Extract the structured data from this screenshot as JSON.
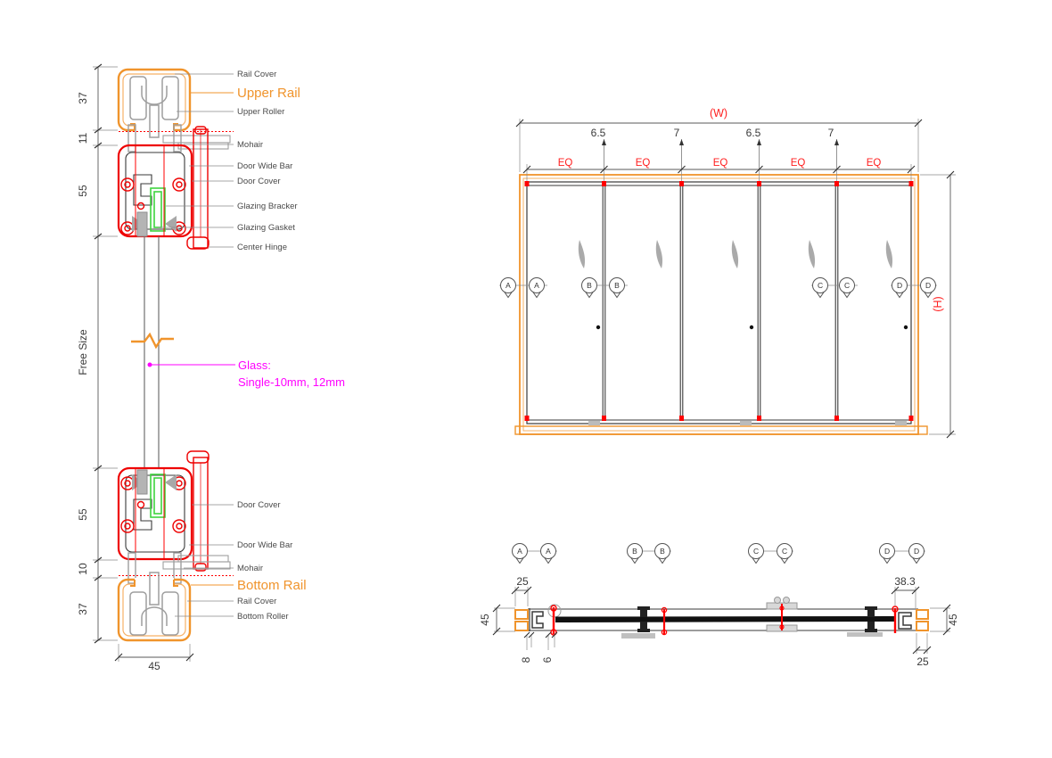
{
  "left_detail": {
    "dims": [
      "37",
      "11",
      "55",
      "Free Size",
      "55",
      "10",
      "37",
      "45"
    ],
    "labels": [
      "Rail Cover",
      "Upper Rail",
      "Upper Roller",
      "Mohair",
      "Door Wide Bar",
      "Door Cover",
      "Glazing Bracker",
      "Glazing Gasket",
      "Center Hinge"
    ],
    "glass_note": [
      "Glass:",
      "Single-10mm, 12mm"
    ],
    "labels_bottom": [
      "Door Cover",
      "Door Wide Bar",
      "Mohair",
      "Bottom Rail",
      "Rail Cover",
      "Bottom Roller"
    ]
  },
  "elevation": {
    "overall_width": "(W)",
    "overall_height": "(H)",
    "mullion_dims": [
      "6.5",
      "7",
      "6.5",
      "7"
    ],
    "eq_dims": [
      "EQ",
      "EQ",
      "EQ",
      "EQ",
      "EQ"
    ],
    "section_markers": [
      "A",
      "A",
      "B",
      "B",
      "C",
      "C",
      "D",
      "D"
    ]
  },
  "plan": {
    "section_markers": [
      "A",
      "A",
      "B",
      "B",
      "C",
      "C",
      "D",
      "D"
    ],
    "dims": {
      "jamb_left_width": "25",
      "meeting_width": "38.3",
      "depth_left": "45",
      "depth_right": "45",
      "gap_a": "8",
      "gap_b": "6",
      "jamb_right_width": "25"
    }
  },
  "colors": {
    "rail_orange": "#F0942C",
    "door_red": "#EE0000",
    "glass_magenta": "#FF00FF",
    "bracket_green": "#3FD43F",
    "dim_red": "#FF2020"
  }
}
